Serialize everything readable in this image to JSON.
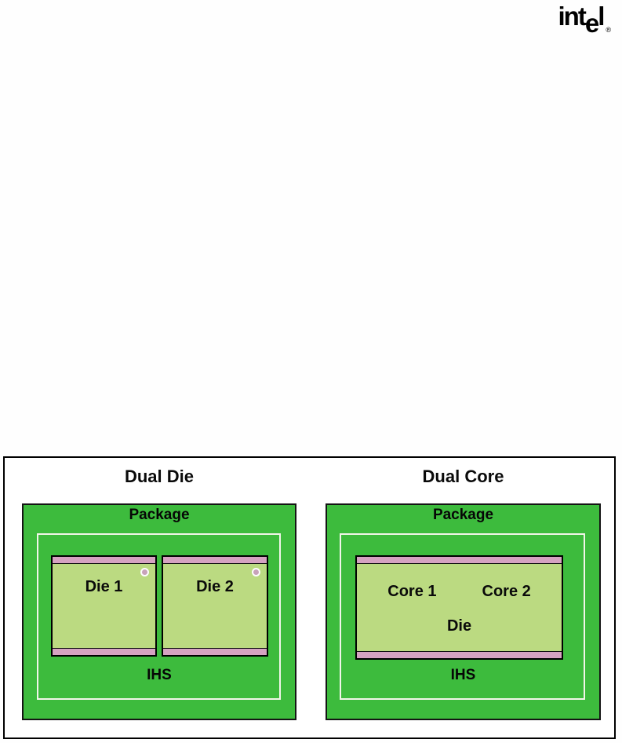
{
  "logo": {
    "part_int": "int",
    "part_e": "e",
    "part_l": "l",
    "registered": "®"
  },
  "diagram": {
    "left": {
      "title": "Dual Die",
      "package_label": "Package",
      "die1_label": "Die 1",
      "die2_label": "Die 2",
      "ihs_label": "IHS"
    },
    "right": {
      "title": "Dual Core",
      "package_label": "Package",
      "core1_label": "Core 1",
      "core2_label": "Core 2",
      "die_label": "Die",
      "ihs_label": "IHS"
    }
  },
  "colors": {
    "package_green": "#3dbb3d",
    "die_green": "#bbda81",
    "strip_pink": "#d5a3c1",
    "ihs_outline": "#f1f5e9",
    "frame_border": "#000000",
    "logo_color": "#010101"
  }
}
